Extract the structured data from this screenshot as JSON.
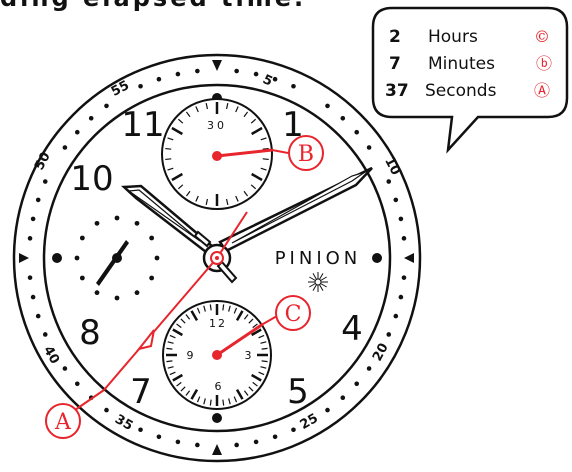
{
  "header": {
    "text": "ding elapsed time."
  },
  "bubble": {
    "rows": [
      {
        "value": "2",
        "unit": "Hours",
        "symbol": "©"
      },
      {
        "value": "7",
        "unit": "Minutes",
        "symbol": "ⓑ"
      },
      {
        "value": "37",
        "unit": "Seconds",
        "symbol": "Ⓐ"
      }
    ]
  },
  "dial": {
    "hour_numerals": [
      "1",
      "4",
      "5",
      "7",
      "8",
      "10",
      "11"
    ],
    "bezel_labels": [
      "5",
      "10",
      "20",
      "25",
      "35",
      "40",
      "50",
      "55"
    ],
    "brand": "PINION",
    "subdial_top_label": "30",
    "subdial_bottom_labels": {
      "top": "12",
      "left": "9",
      "right": "3",
      "bottom": "6"
    }
  },
  "callouts": {
    "a": "A",
    "b": "B",
    "c": "C"
  },
  "colors": {
    "accent": "#e8242c",
    "ink": "#111111"
  }
}
